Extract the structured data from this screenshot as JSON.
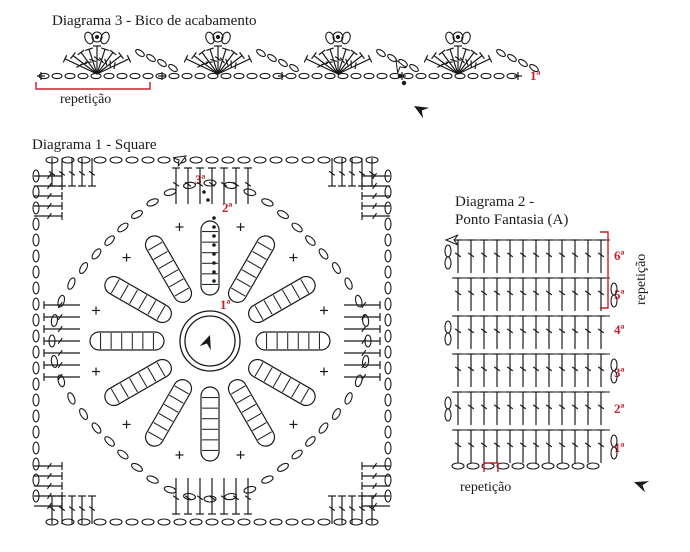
{
  "diagram3": {
    "title": "Diagrama 3 - Bico de acabamento",
    "repeat_label": "repetição",
    "row_label": "1ª"
  },
  "diagram1": {
    "title": "Diagrama 1 - Square",
    "rounds": [
      "1ª",
      "2ª",
      "3ª"
    ]
  },
  "diagram2": {
    "title_line1": "Diagrama 2 -",
    "title_line2": "Ponto Fantasia (A)",
    "repeat_label": "repetição",
    "rows": [
      "1ª",
      "2ª",
      "3ª",
      "4ª",
      "5ª",
      "6ª"
    ]
  },
  "colors": {
    "ink": "#1a1a1a",
    "accent": "#c8202a"
  }
}
